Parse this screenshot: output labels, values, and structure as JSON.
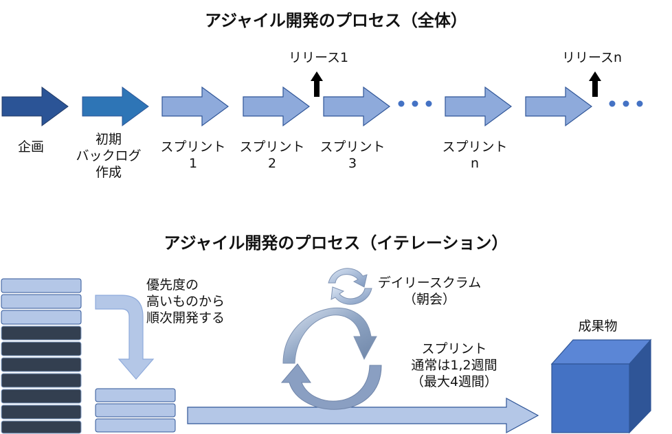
{
  "colors": {
    "arrow_dark": "#2b5496",
    "arrow_mid": "#2e75b6",
    "arrow_light": "#8eaadb",
    "arrow_stroke": "#2f5597",
    "dot_blue": "#4472c4",
    "stack_light": "#b4c7e7",
    "stack_dark": "#333f50",
    "cube_front": "#4472c4",
    "cube_top": "#5b86d6",
    "cube_side": "#2f5597"
  },
  "top": {
    "title": "アジャイル開発のプロセス（全体）",
    "stages": [
      {
        "label": "企画"
      },
      {
        "label": "初期\nバックログ\n作成"
      },
      {
        "label": "スプリント\n1"
      },
      {
        "label": "スプリント\n2"
      },
      {
        "label": "スプリント\n3"
      },
      {
        "label": "スプリント\nn"
      }
    ],
    "releases": [
      {
        "label": "リリース1",
        "icon": "up-arrow-icon"
      },
      {
        "label": "リリースn",
        "icon": "up-arrow-icon"
      }
    ]
  },
  "bottom": {
    "title": "アジャイル開発のプロセス（イテレーション）",
    "backlog_note": "優先度の\n高いものから\n順次開発する",
    "daily_scrum": "デイリースクラム\n（朝会）",
    "sprint_note": "スプリント\n通常は1,2週間\n（最大4週間）",
    "product": "成果物"
  }
}
